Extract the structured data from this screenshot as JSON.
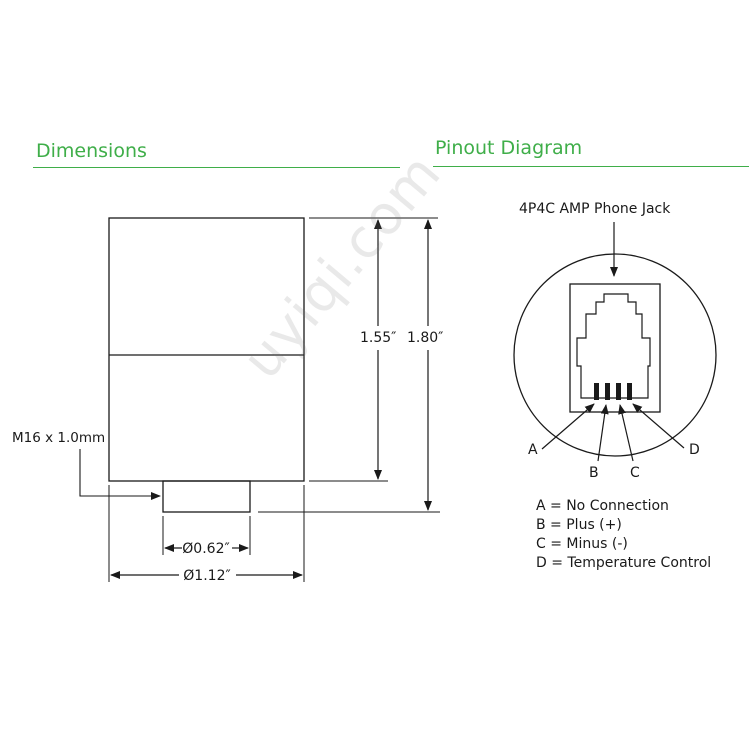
{
  "dimensions": {
    "title": "Dimensions",
    "body_height": "1.55″",
    "total_height": "1.80″",
    "thread": "M16 x 1.0mm",
    "thread_diameter": "Ø0.62″",
    "body_diameter": "Ø1.12″"
  },
  "pinout": {
    "title": "Pinout Diagram",
    "jack_label": "4P4C AMP Phone Jack",
    "pins": [
      "A",
      "B",
      "C",
      "D"
    ],
    "legend": [
      "A = No Connection",
      "B = Plus (+)",
      "C = Minus (-)",
      "D = Temperature Control"
    ]
  },
  "watermark": "uyiqi.com",
  "colors": {
    "accent": "#3fae49",
    "line": "#1a1a1a"
  }
}
